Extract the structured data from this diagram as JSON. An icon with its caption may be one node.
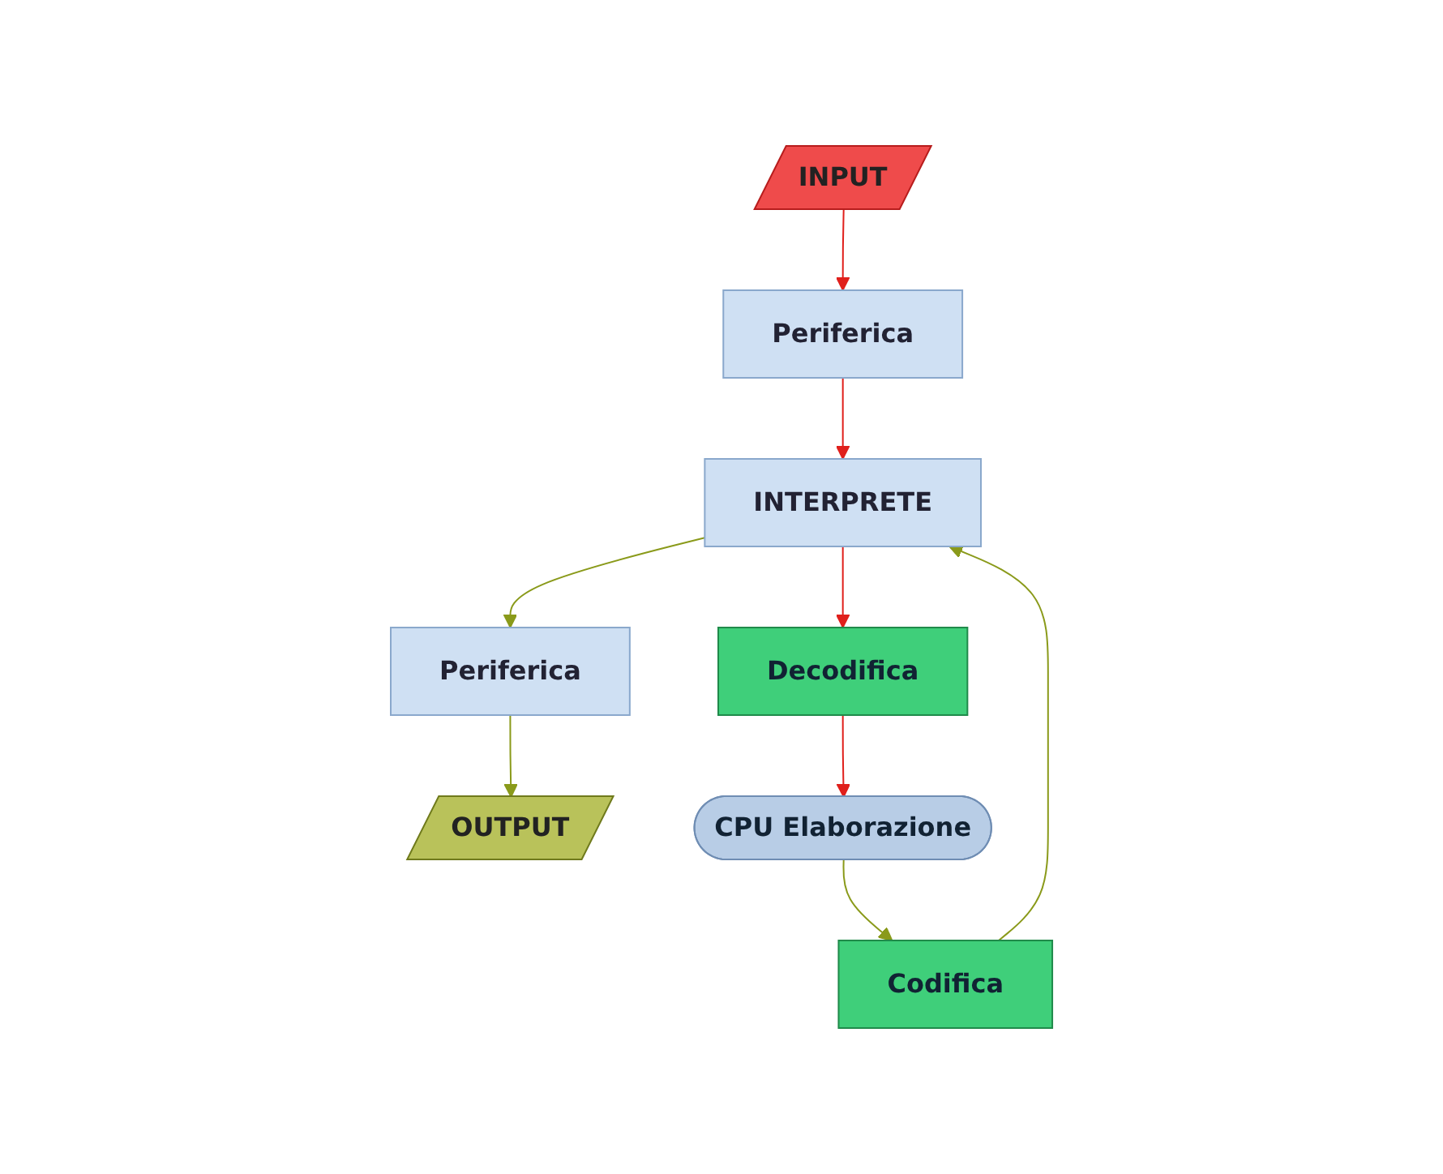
{
  "diagram": {
    "nodes": [
      {
        "text": [
          "INPUT"
        ]
      },
      {
        "text": [
          "Periferica"
        ]
      },
      {
        "text": [
          "INTERPRETE"
        ]
      },
      {
        "text": [
          "Periferica"
        ]
      },
      {
        "text": [
          "OUTPUT"
        ]
      },
      {
        "text": [
          "Decodifica"
        ]
      },
      {
        "text": [
          "Codifica"
        ]
      },
      {
        "text": [
          "CPU Elaborazione"
        ]
      }
    ],
    "edges": [
      {
        "from": 0,
        "to": 1,
        "arrow": "to",
        "color": "#e0201c"
      },
      {
        "from": 1,
        "to": 2,
        "arrow": "to",
        "color": "#e0201c"
      },
      {
        "from": 2,
        "to": 3,
        "arrow": "to",
        "color": "#8a9a1a"
      },
      {
        "from": 3,
        "to": 4,
        "arrow": "to",
        "color": "#8a9a1a"
      },
      {
        "from": 2,
        "to": 5,
        "arrow": "to",
        "color": "#e0201c"
      },
      {
        "from": 5,
        "to": 7,
        "arrow": "to",
        "color": "#e0201c"
      },
      {
        "from": 7,
        "to": 6,
        "arrow": "to",
        "color": "#8a9a1a"
      },
      {
        "from": 6,
        "to": 2,
        "arrow": "to",
        "color": "#8a9a1a"
      }
    ]
  }
}
